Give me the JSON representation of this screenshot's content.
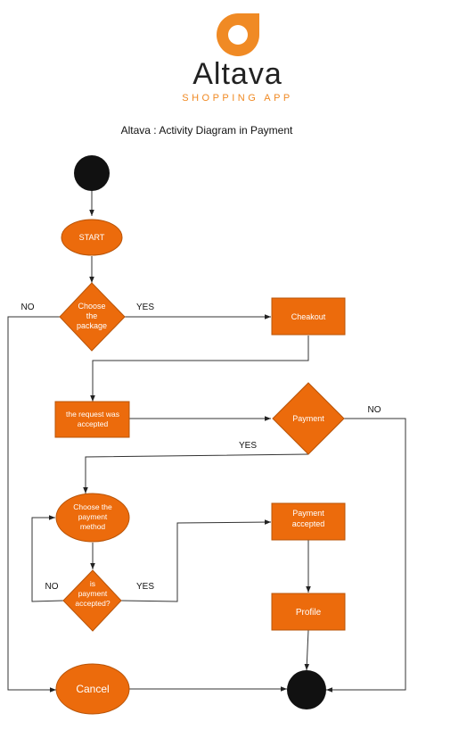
{
  "brand": {
    "name": "Altava",
    "subtitle": "SHOPPING APP",
    "accent": "#f08a24"
  },
  "diagram": {
    "title": "Altava : Activity Diagram in Payment",
    "node_fill": "#ec6b0c",
    "nodes": {
      "start": "START",
      "choose_package": [
        "Choose",
        "the",
        "package"
      ],
      "checkout": "Cheakout",
      "request_accepted": [
        "the request was",
        "accepted"
      ],
      "payment": "Payment",
      "choose_method": [
        "Choose the",
        "payment",
        "method"
      ],
      "is_accepted": [
        "is",
        "payment",
        "accepted?"
      ],
      "payment_accepted": [
        "Payment",
        "accepted"
      ],
      "profile": "Profile",
      "cancel": "Cancel"
    },
    "edge_labels": {
      "package_no": "NO",
      "package_yes": "YES",
      "payment_no": "NO",
      "payment_yes": "YES",
      "accepted_no": "NO",
      "accepted_yes": "YES"
    }
  }
}
